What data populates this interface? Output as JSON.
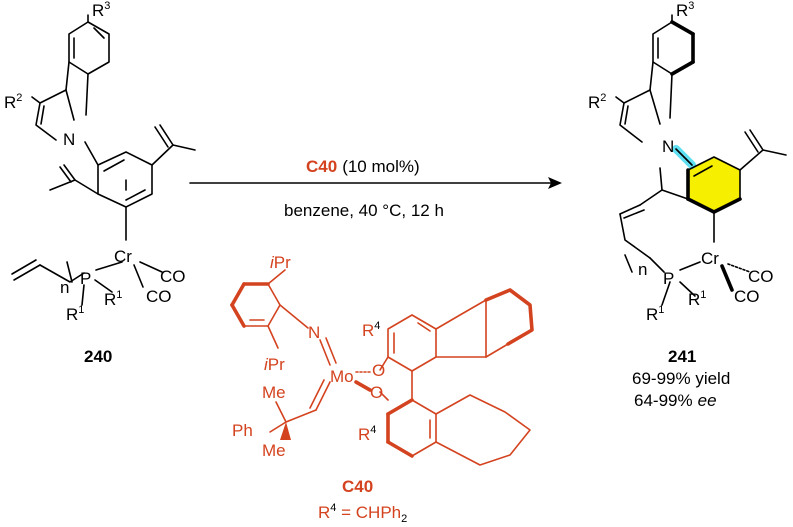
{
  "colors": {
    "catalyst": "#d4431f",
    "highlight_ring": "#f6f000",
    "highlight_bond": "#5ee0f2"
  },
  "reaction": {
    "reagent_name": "C40",
    "reagent_loading": "(10 mol%)",
    "conditions": "benzene, 40 °C, 12 h"
  },
  "substrate": {
    "label": "240",
    "r1": "R",
    "r2": "R",
    "r3": "R",
    "sup1": "1",
    "sup2": "2",
    "sup3": "3",
    "n": "n",
    "cr": "Cr",
    "p": "P",
    "n_atom": "N",
    "co": "CO"
  },
  "product": {
    "label": "241",
    "yield": "69-99% yield",
    "ee_value": "64-99%",
    "ee_unit": "ee"
  },
  "catalyst": {
    "label": "C40",
    "ipr_i": "i",
    "ipr_pr": "Pr",
    "n_atom": "N",
    "mo": "Mo",
    "o": "O",
    "me": "Me",
    "ph": "Ph",
    "r4": "R",
    "sup4": "4",
    "r4_def_left": "R",
    "r4_def_right": " = CHPh",
    "r4_def_sub": "2"
  }
}
